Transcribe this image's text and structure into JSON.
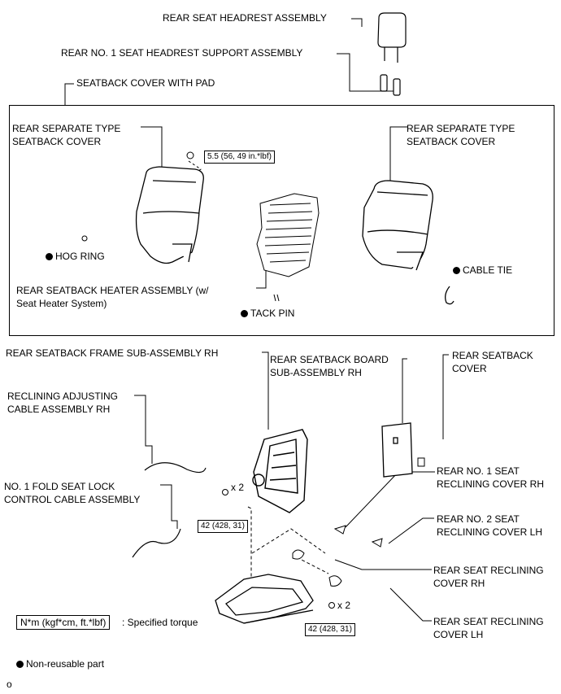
{
  "labels": {
    "headrest": "REAR SEAT HEADREST ASSEMBLY",
    "headrest_support": "REAR NO. 1 SEAT HEADREST SUPPORT ASSEMBLY",
    "seatback_cover_pad": "SEATBACK COVER WITH PAD",
    "sep_cover_left_1": "REAR SEPARATE TYPE",
    "sep_cover_left_2": "SEATBACK COVER",
    "sep_cover_right_1": "REAR SEPARATE TYPE",
    "sep_cover_right_2": "SEATBACK COVER",
    "hog_ring": "HOG RING",
    "cable_tie": "CABLE TIE",
    "heater_1": "REAR SEATBACK HEATER ASSEMBLY (w/",
    "heater_2": "Seat Heater System)",
    "tack_pin": "TACK PIN",
    "frame": "REAR SEATBACK FRAME SUB-ASSEMBLY RH",
    "board_1": "REAR SEATBACK BOARD",
    "board_2": "SUB-ASSEMBLY RH",
    "seatback_cover_1": "REAR SEATBACK",
    "seatback_cover_2": "COVER",
    "reclining_cable_1": "RECLINING ADJUSTING",
    "reclining_cable_2": "CABLE ASSEMBLY RH",
    "fold_cable_1": "NO. 1 FOLD SEAT LOCK",
    "fold_cable_2": "CONTROL CABLE ASSEMBLY",
    "no1_recl_1": "REAR NO. 1 SEAT",
    "no1_recl_2": "RECLINING COVER RH",
    "no2_recl_1": "REAR NO. 2 SEAT",
    "no2_recl_2": "RECLINING COVER LH",
    "recl_rh_1": "REAR SEAT RECLINING",
    "recl_rh_2": "COVER RH",
    "recl_lh_1": "REAR SEAT RECLINING",
    "recl_lh_2": "COVER LH"
  },
  "torques": {
    "t1": "5.5 (56, 49 in.*lbf)",
    "t2": "42 (428, 31)",
    "t3": "42 (428, 31)"
  },
  "multipliers": {
    "m1": "x 2",
    "m2": "x 2"
  },
  "legend": {
    "torque_box": "N*m (kgf*cm, ft.*lbf)",
    "torque_text": ": Specified torque",
    "non_reusable": "Non-reusable part"
  },
  "footer_mark": "o"
}
